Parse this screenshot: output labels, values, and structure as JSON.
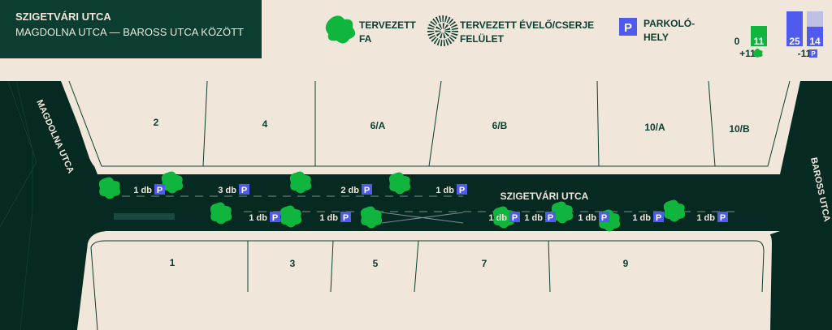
{
  "header": {
    "title": "SZIGETVÁRI UTCA",
    "subtitle": "MAGDOLNA UTCA — BAROSS UTCA KÖZÖTT"
  },
  "legend": {
    "tree": {
      "line1": "TERVEZETT",
      "line2": "FA",
      "icon": "tree-icon"
    },
    "shrub": {
      "line1": "TERVEZETT ÉVELŐ/CSERJE",
      "line2": "FELÜLET",
      "icon": "dotted-circle-icon"
    },
    "parking": {
      "line1": "PARKOLÓ-",
      "line2": "HELY",
      "icon_label": "P"
    }
  },
  "stats": {
    "trees_before": "0",
    "trees_after": "11",
    "trees_change": "+11",
    "parking_before": "25",
    "parking_after": "14",
    "parking_change": "-11",
    "parking_symbol": "P",
    "parking_after_fraction": 0.56
  },
  "streets": {
    "main": "SZIGETVÁRI UTCA",
    "left": "MAGDOLNA UTCA",
    "right": "BAROSS UTCA"
  },
  "lots_north": [
    "2",
    "4",
    "6/A",
    "6/B",
    "10/A",
    "10/B"
  ],
  "lots_south": [
    "1",
    "3",
    "5",
    "7",
    "9"
  ],
  "parking_north": [
    "1 db",
    "3 db",
    "2 db",
    "1 db"
  ],
  "parking_south": [
    "1 db",
    "1 db",
    "1 db",
    "1 db",
    "1 db",
    "1 db",
    "1 db"
  ],
  "colors": {
    "dark": "#0b3d31",
    "road": "#062a22",
    "tree": "#0fb53d",
    "parking": "#4f5bef",
    "bg": "#f1e6da"
  }
}
